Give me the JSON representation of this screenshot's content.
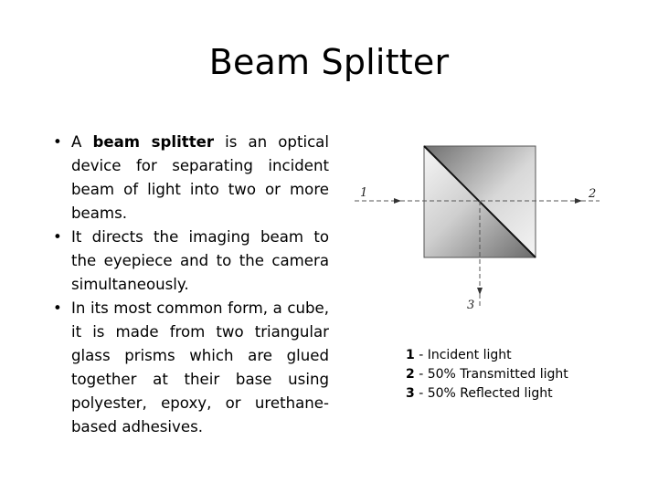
{
  "slide": {
    "title": "Beam Splitter",
    "bullets": [
      {
        "prefix": "A ",
        "bold": "beam splitter",
        "rest": " is an optical device for separating incident beam of light into two or more beams."
      },
      {
        "prefix": "It directs the imaging beam to the eyepiece and to the camera simultaneously.",
        "bold": "",
        "rest": ""
      },
      {
        "prefix": "In its most common form, a cube, it is made from two triangular glass prisms which are glued together at their base using polyester, epoxy, or urethane-based adhesives.",
        "bold": "",
        "rest": ""
      }
    ],
    "bullet_symbol": "•"
  },
  "diagram": {
    "labels": {
      "incident": "1",
      "transmitted": "2",
      "reflected": "3"
    }
  },
  "legend": [
    {
      "num": "1",
      "text": " - Incident light"
    },
    {
      "num": "2",
      "text": " - 50% Transmitted light"
    },
    {
      "num": "3",
      "text": " - 50% Reflected light"
    }
  ]
}
